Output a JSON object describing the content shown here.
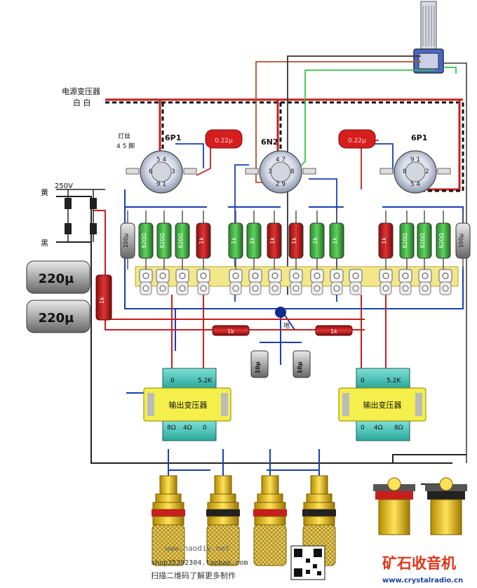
{
  "power_transformer": {
    "title": "电源变压器",
    "wires": "白 白"
  },
  "filament": {
    "label": "灯丝",
    "pins": "4 5 脚"
  },
  "rectifier_voltage": "250V",
  "wire_yellow": "黄",
  "wire_black": "黑",
  "tubes": {
    "left": "6P1",
    "middle": "6N2",
    "right": "6P1"
  },
  "coupling_caps": {
    "left": "0.22µ",
    "right": "0.22µ"
  },
  "filter_caps": {
    "top": "220µ",
    "bottom": "220µ"
  },
  "resistors": {
    "r1": "100µ",
    "r2": "820Ω",
    "r3": "820Ω",
    "r4": "820Ω",
    "r5": "1k",
    "r6": "1k",
    "r7": "2k",
    "r8": "1k",
    "r9": "1k",
    "r10": "2k",
    "r11": "1k",
    "r12": "1k",
    "r13": "820Ω",
    "r14": "820Ω",
    "r15": "820Ω",
    "r16": "100µ",
    "supply": "1k",
    "dropper_left": "1k",
    "dropper_right": "1k"
  },
  "ground_label": "地",
  "small_caps": {
    "left": "10µ",
    "right": "10µ"
  },
  "output_transformers": {
    "left": {
      "label": "输出变压器",
      "top_left": "0",
      "top_right": "5.2K",
      "taps": [
        "8Ω",
        "4Ω",
        "0"
      ]
    },
    "right": {
      "label": "输出变压器",
      "top_left": "0",
      "top_right": "5.2K",
      "taps": [
        "0",
        "4Ω",
        "8Ω"
      ]
    }
  },
  "watermark": {
    "site": "www.haodiy.net",
    "shop": "shop35392304.taobao.com",
    "caption": "扫描二维码了解更多制作"
  },
  "brand": {
    "name": "矿石收音机",
    "url": "www.crystalradio.cn"
  }
}
